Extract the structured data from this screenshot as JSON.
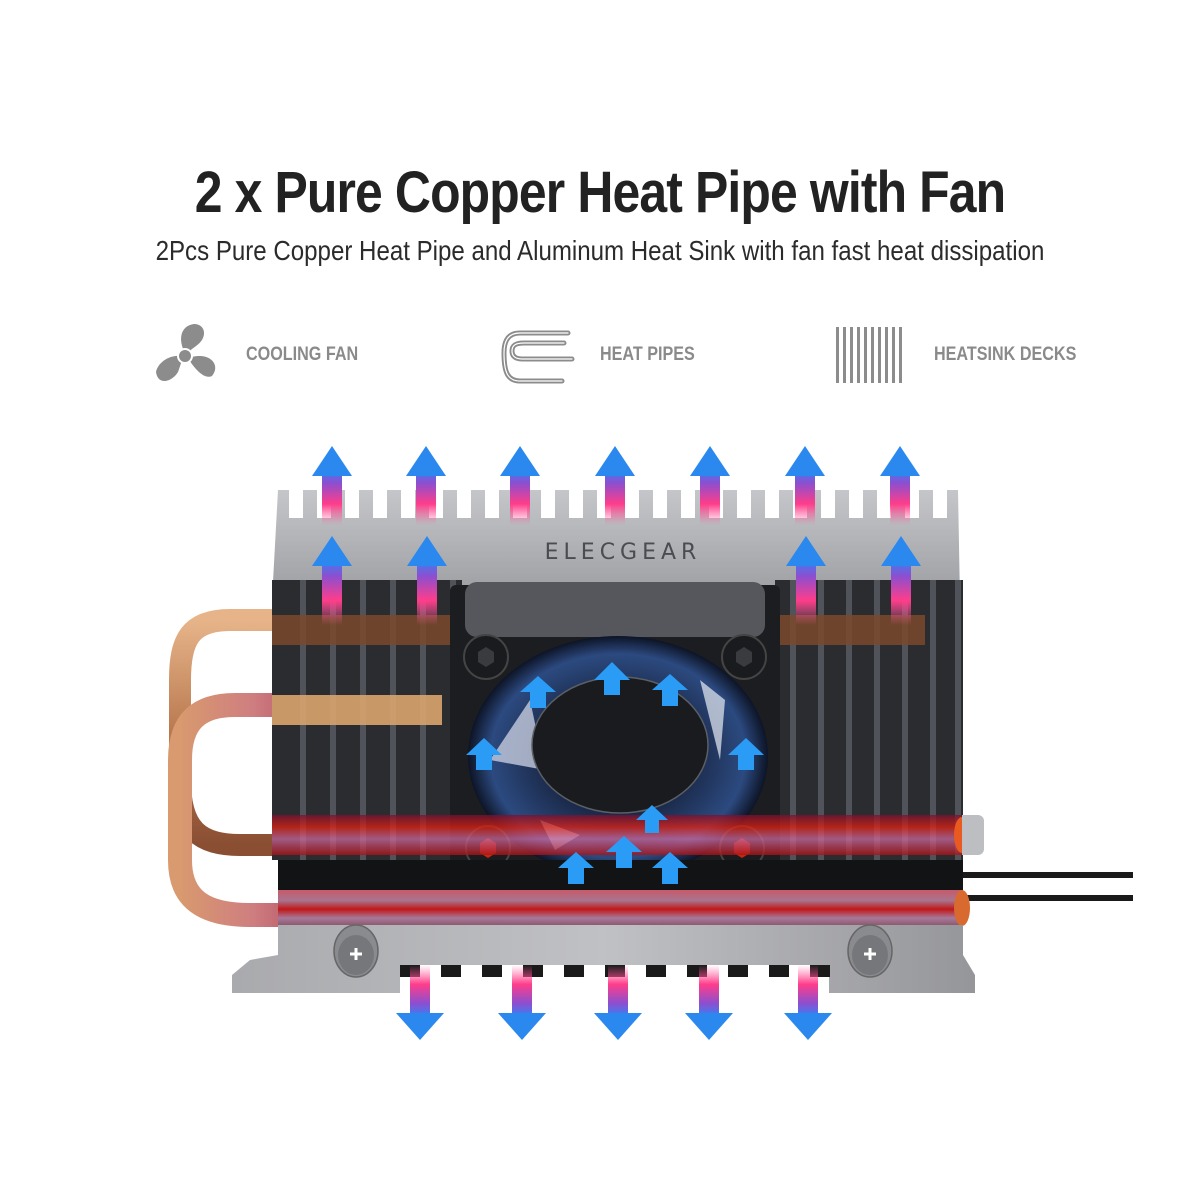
{
  "header": {
    "title": "2 x Pure Copper Heat Pipe with Fan",
    "subtitle": "2Pcs Pure Copper Heat Pipe and Aluminum Heat Sink with fan fast heat dissipation"
  },
  "features": [
    {
      "icon": "fan-icon",
      "label": "COOLING FAN"
    },
    {
      "icon": "heat-pipes-icon",
      "label": "HEAT PIPES"
    },
    {
      "icon": "heatsink-decks-icon",
      "label": "HEATSINK DECKS"
    }
  ],
  "product": {
    "brand": "ELECGEAR",
    "upward_arrows_top_row": 7,
    "upward_arrows_second_row": 4,
    "downward_arrows": 5,
    "fan_arrows": 9
  },
  "colors": {
    "title": "#222222",
    "feature_gray": "#8a8a8a",
    "heatsink_silver": "#a7a8ab",
    "fin_dark": "#2a2c30",
    "copper": "#c9855a",
    "arrow_pink": "#ff3d8a",
    "arrow_blue": "#1e90ff",
    "heat_red": "#e02010"
  }
}
